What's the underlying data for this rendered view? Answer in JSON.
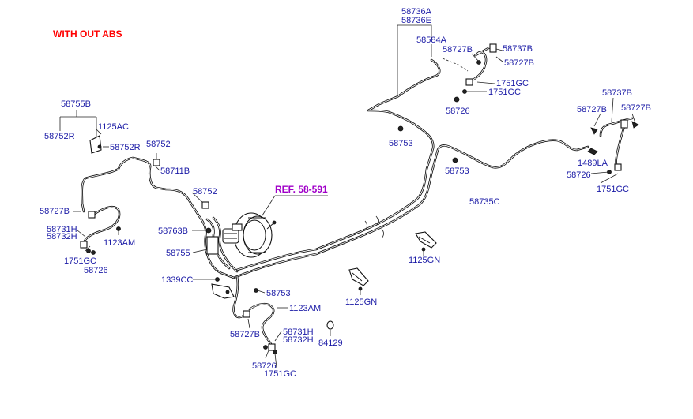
{
  "heading": "WITH OUT ABS",
  "reference": "REF. 58-591",
  "colors": {
    "heading": "#ff0000",
    "reference": "#a000c8",
    "part_label": "#1a1aa6",
    "line": "#111111"
  },
  "part_labels": {
    "p58736A": "58736A",
    "p58736E": "58736E",
    "p58584A": "58584A",
    "p58727B_top": "58727B",
    "p58737B_top": "58737B",
    "p58727B_top2": "58727B",
    "p1751GC_top1": "1751GC",
    "p1751GC_top2": "1751GC",
    "p58726_top": "58726",
    "p58737B_right": "58737B",
    "p58727B_right1": "58727B",
    "p58727B_right2": "58727B",
    "p1489LA": "1489LA",
    "p58726_right": "58726",
    "p1751GC_right": "1751GC",
    "p58735C": "58735C",
    "p58753_mid": "58753",
    "p58753_right": "58753",
    "p58755B": "58755B",
    "p58752R_a": "58752R",
    "p1125AC": "1125AC",
    "p58752R_b": "58752R",
    "p58752": "58752",
    "p58711B": "58711B",
    "p58752_b": "58752",
    "p58727B_left": "58727B",
    "p58731H_left": "58731H",
    "p58732H_left": "58732H",
    "p1123AM_left": "1123AM",
    "p1751GC_left": "1751GC",
    "p58726_left": "58726",
    "p58763B": "58763B",
    "p58755": "58755",
    "p1339CC": "1339CC",
    "p58753_low": "58753",
    "p1123AM_low": "1123AM",
    "p58727B_low": "58727B",
    "p58731H_low": "58731H",
    "p58732H_low": "58732H",
    "p58726_low": "58726",
    "p1751GC_low": "1751GC",
    "p84129": "84129",
    "p1125GN_a": "1125GN",
    "p1125GN_b": "1125GN"
  },
  "icons": [
    "brake-booster-icon",
    "master-cylinder-icon",
    "brake-hose-icon",
    "clip-icon",
    "bolt-icon",
    "bracket-icon",
    "grommet-icon"
  ]
}
